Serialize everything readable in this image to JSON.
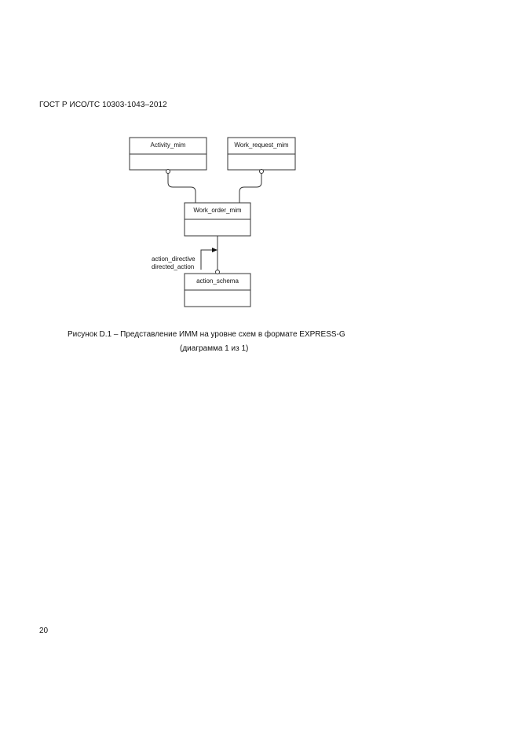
{
  "header": {
    "standard_code": "ГОСТ Р ИСО/ТС 10303-1043–2012"
  },
  "diagram": {
    "entities": {
      "activity": "Activity_mim",
      "work_request": "Work_request_mim",
      "work_order": "Work_order_mim",
      "action_schema": "action_schema"
    },
    "relation_labels": {
      "line1": "action_directive",
      "line2": "directed_action"
    }
  },
  "caption": {
    "line1": "Рисунок D.1 – Представление ИММ на уровне схем в формате EXPRESS-G",
    "line2": "(диаграмма 1 из 1)"
  },
  "footer": {
    "page_number": "20"
  }
}
